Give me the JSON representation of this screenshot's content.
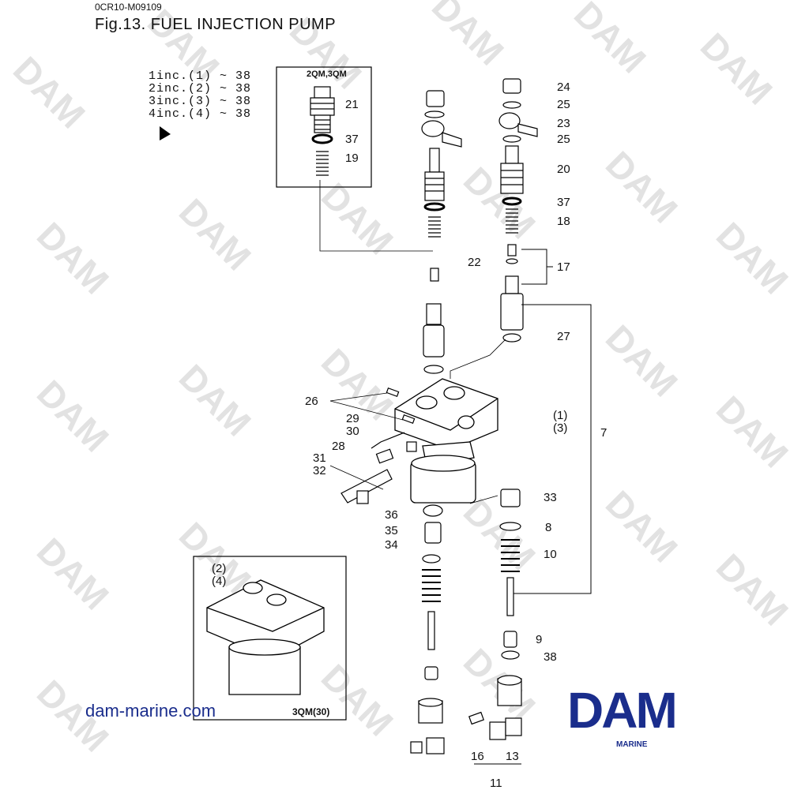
{
  "header": {
    "doc_code": "0CR10-M09109",
    "title": "Fig.13.  FUEL INJECTION PUMP"
  },
  "legend_lines": [
    "1inc.(1) ~ 38",
    "2inc.(2) ~ 38",
    "3inc.(3) ~ 38",
    "4inc.(4) ~ 38"
  ],
  "inset_top": {
    "label": "2QM,3QM"
  },
  "inset_bottom": {
    "label": "3QM(30)",
    "ref_a": "(2)",
    "ref_b": "(4)"
  },
  "callouts": {
    "n21": "21",
    "n37a": "37",
    "n19": "19",
    "n24": "24",
    "n25a": "25",
    "n23": "23",
    "n25b": "25",
    "n20": "20",
    "n37b": "37",
    "n18": "18",
    "n22": "22",
    "n17": "17",
    "n27": "27",
    "n26": "26",
    "n29": "29",
    "n30": "30",
    "n28": "28",
    "n31": "31",
    "n32": "32",
    "n1": "(1)",
    "n3": "(3)",
    "n7": "7",
    "n33": "33",
    "n36": "36",
    "n35": "35",
    "n34": "34",
    "n8": "8",
    "n10": "10",
    "n9": "9",
    "n38": "38",
    "n16": "16",
    "n13": "13",
    "n11": "11"
  },
  "footer": {
    "url": "dam-marine.com",
    "logo_text": "DAM",
    "logo_sub": "MARINE"
  },
  "watermark_text": "DAM",
  "colors": {
    "brand": "#1a2d8c",
    "watermark": "#d9d9d9"
  }
}
